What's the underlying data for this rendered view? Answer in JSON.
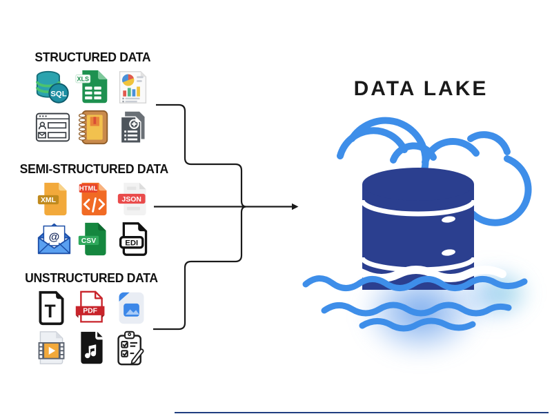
{
  "title": "DATA LAKE",
  "sections": [
    {
      "label": "STRUCTURED DATA",
      "icons": [
        {
          "name": "sql-database",
          "label": "SQL"
        },
        {
          "name": "xls-spreadsheet",
          "label": "XLS"
        },
        {
          "name": "charts-report",
          "label": ""
        },
        {
          "name": "contact-form",
          "label": ""
        },
        {
          "name": "notebook",
          "label": ""
        },
        {
          "name": "medical-records",
          "label": ""
        }
      ]
    },
    {
      "label": "SEMI-STRUCTURED DATA",
      "icons": [
        {
          "name": "xml-file",
          "label": "XML"
        },
        {
          "name": "html-file",
          "label": "HTML"
        },
        {
          "name": "json-file",
          "label": "JSON"
        },
        {
          "name": "email-at",
          "label": "@"
        },
        {
          "name": "csv-file",
          "label": "CSV"
        },
        {
          "name": "edi-file",
          "label": "EDI"
        }
      ]
    },
    {
      "label": "UNSTRUCTURED DATA",
      "icons": [
        {
          "name": "text-document",
          "label": "T"
        },
        {
          "name": "pdf-file",
          "label": "PDF"
        },
        {
          "name": "image-file",
          "label": ""
        },
        {
          "name": "video-file",
          "label": ""
        },
        {
          "name": "audio-file",
          "label": ""
        },
        {
          "name": "checklist",
          "label": ""
        }
      ]
    }
  ],
  "colors": {
    "cloud_blue": "#3E8EE9",
    "lake_navy": "#2B3F8F",
    "connector_black": "#1a1a1a",
    "text_dark": "#111111"
  }
}
